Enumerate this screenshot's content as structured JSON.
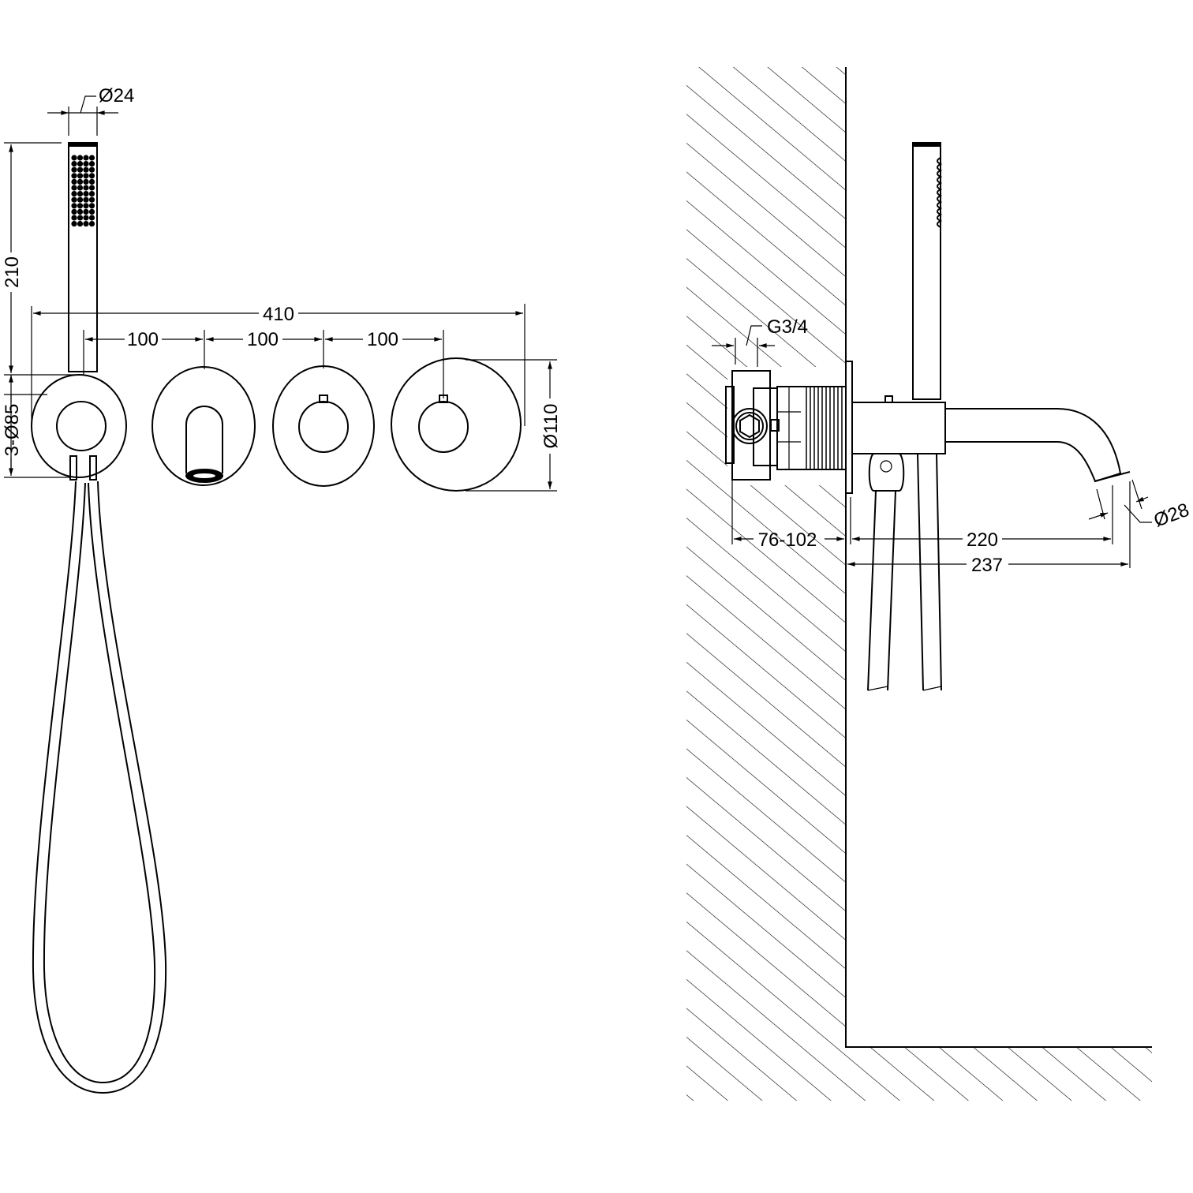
{
  "front_view": {
    "dims": {
      "handshower_dia": "Ø24",
      "handshower_length": "210",
      "plate_dia": "3-Ø85",
      "overall_width": "410",
      "spacing_1": "100",
      "spacing_2": "100",
      "spacing_3": "100",
      "large_plate_dia": "Ø110"
    }
  },
  "side_view": {
    "dims": {
      "thread": "G3/4",
      "wall_depth": "76-102",
      "spout_reach": "220",
      "overall_projection": "237",
      "spout_dia": "Ø28"
    }
  },
  "colors": {
    "line": "#000000",
    "background": "#ffffff"
  }
}
